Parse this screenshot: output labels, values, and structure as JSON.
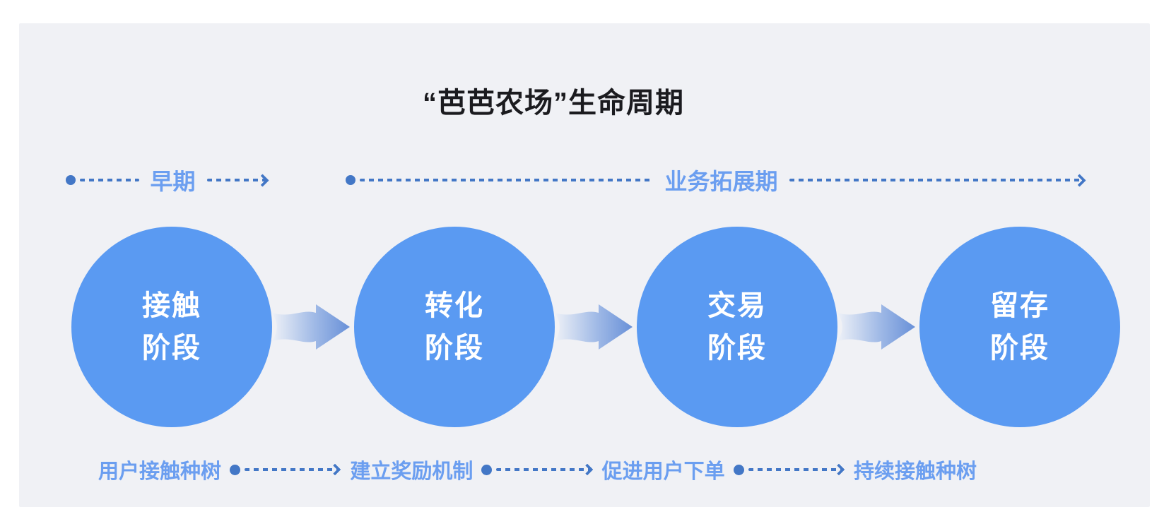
{
  "title": "“芭芭农场”生命周期",
  "colors": {
    "panel_bg": "#F0F1F5",
    "circle_blue": "#5A9AF2",
    "label_blue": "#6B9EF0",
    "conn_blue": "#4377C6",
    "title_color": "#1B1B1F",
    "arrow_head": "#6890D8",
    "arrow_tail": "#EEF1F7"
  },
  "timeline": {
    "segments": [
      {
        "label": "早期"
      },
      {
        "label": "业务拓展期"
      }
    ]
  },
  "stages": [
    {
      "line1": "接触",
      "line2": "阶段",
      "note": "用户接触种树"
    },
    {
      "line1": "转化",
      "line2": "阶段",
      "note": "建立奖励机制"
    },
    {
      "line1": "交易",
      "line2": "阶段",
      "note": "促进用户下单"
    },
    {
      "line1": "留存",
      "line2": "阶段",
      "note": "持续接触种树"
    }
  ]
}
